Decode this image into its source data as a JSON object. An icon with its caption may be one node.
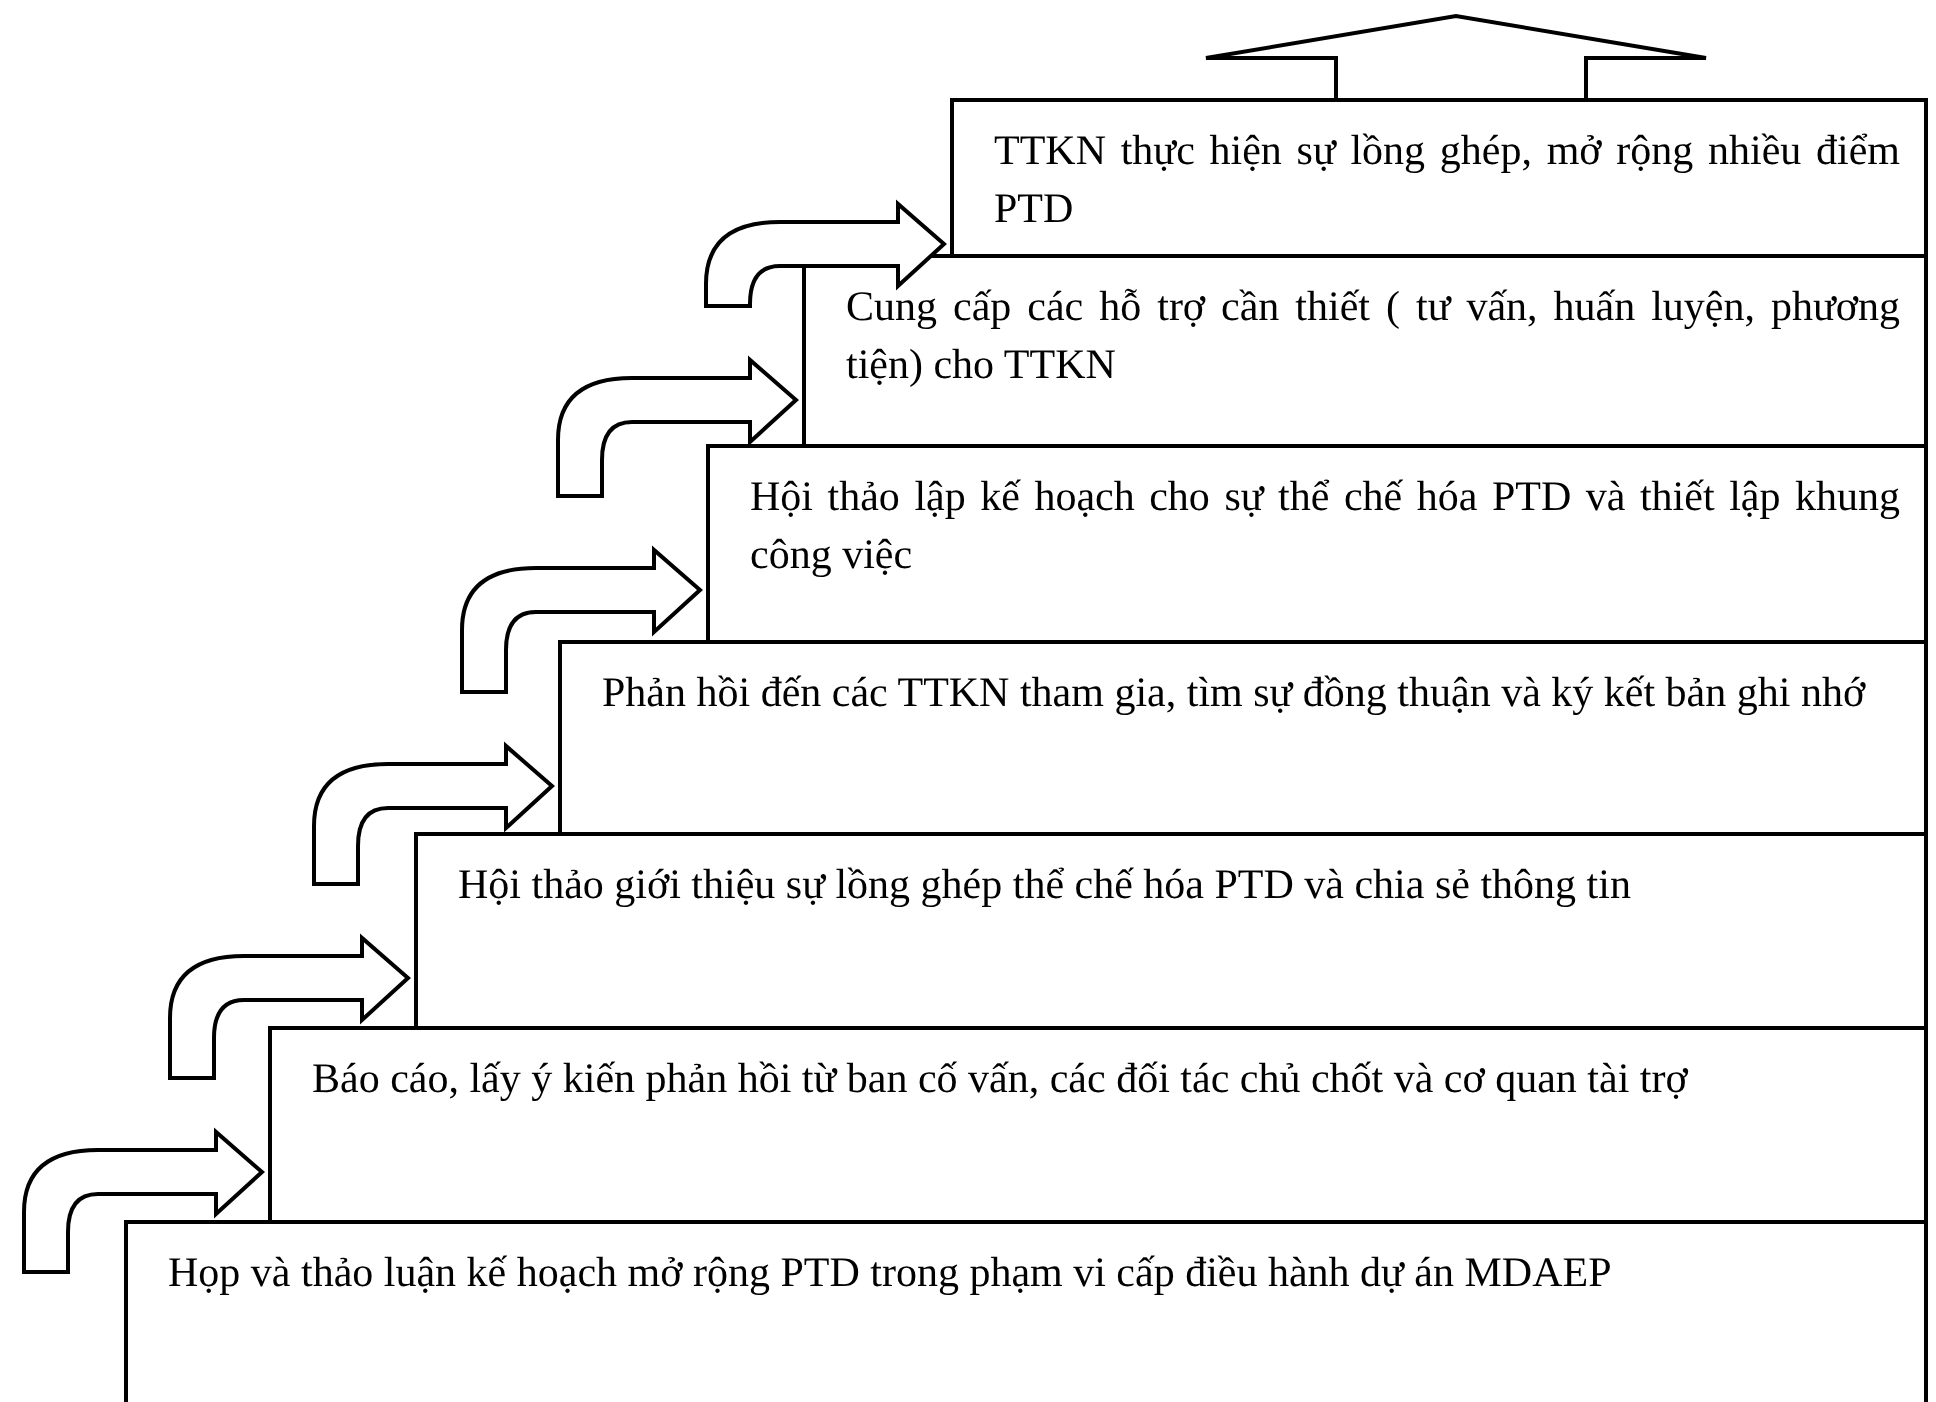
{
  "diagram": {
    "nodes": [
      {
        "text": [
          "Họp và thảo luận kế hoạch mở rộng PTD trong phạm vi cấp điều hành dự án MDAEP"
        ]
      },
      {
        "text": [
          "Báo cáo, lấy ý kiến phản hồi từ ban cố vấn, các đối tác chủ chốt và cơ quan tài trợ"
        ]
      },
      {
        "text": [
          "Hội thảo giới thiệu sự lồng ghép thể chế hóa PTD và chia sẻ thông tin"
        ]
      },
      {
        "text": [
          "Phản hồi đến các TTKN tham gia, tìm sự đồng thuận và ký kết bản ghi nhớ"
        ]
      },
      {
        "text": [
          "Hội thảo lập kế hoạch cho sự thể chế hóa PTD và thiết lập khung công việc"
        ]
      },
      {
        "text": [
          "Cung cấp các hỗ trợ cần thiết ( tư vấn, huấn luyện, phương tiện) cho TTKN"
        ]
      },
      {
        "text": [
          "TTKN thực hiện sự lồng ghép, mở rộng nhiều điểm PTD"
        ]
      }
    ],
    "edges": [
      {
        "from": 0,
        "to": 1,
        "arrow": "to"
      },
      {
        "from": 1,
        "to": 2,
        "arrow": "to"
      },
      {
        "from": 2,
        "to": 3,
        "arrow": "to"
      },
      {
        "from": 3,
        "to": 4,
        "arrow": "to"
      },
      {
        "from": 4,
        "to": 5,
        "arrow": "to"
      },
      {
        "from": 5,
        "to": 6,
        "arrow": "to"
      },
      {
        "from": 6,
        "to": null,
        "arrow": "to"
      }
    ]
  }
}
